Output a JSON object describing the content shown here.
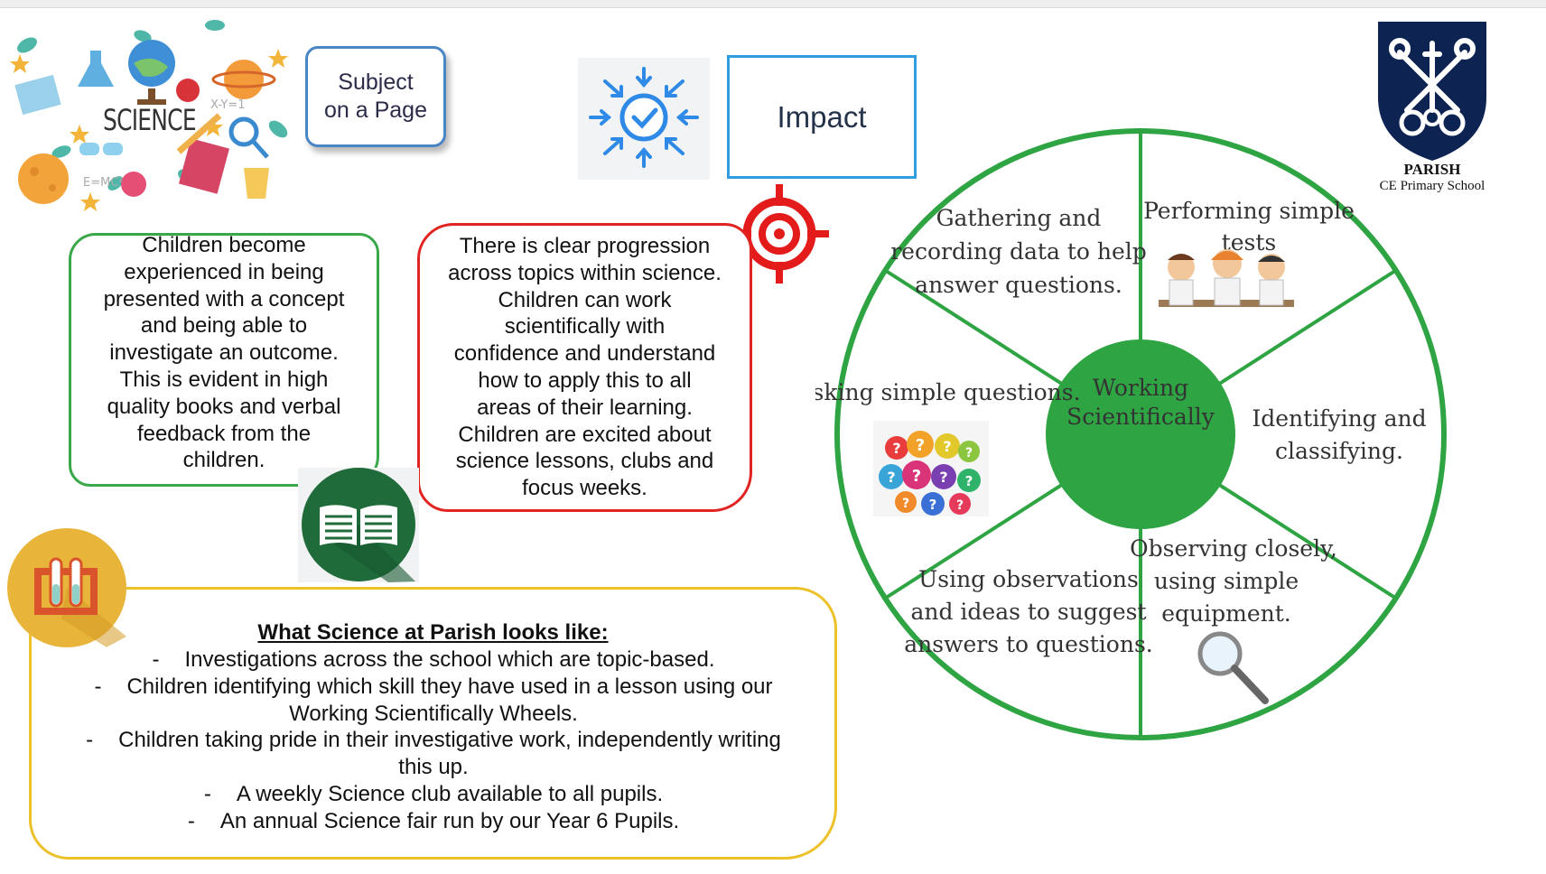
{
  "header": {
    "collage_label": "SCIENCE",
    "subject_line1": "Subject",
    "subject_line2": "on a Page",
    "impact": "Impact"
  },
  "school": {
    "name": "PARISH",
    "subtitle": "CE Primary School"
  },
  "green_box": {
    "lines": [
      "Children become",
      "experienced in being",
      "presented with a concept",
      "and being able to",
      "investigate an outcome.",
      "This is evident in high",
      "quality books and verbal",
      "feedback from the",
      "children."
    ]
  },
  "red_box": {
    "lines": [
      "There is clear progression",
      "across topics within science.",
      "Children can work",
      "scientifically with",
      "confidence and understand",
      "how to apply this to all",
      "areas of their learning.",
      "Children are excited about",
      "science lessons, clubs and",
      "focus weeks."
    ]
  },
  "yellow_box": {
    "title": "What Science at Parish looks like:",
    "bullet_mark": "-",
    "lines": [
      "Investigations across the school which are topic-based.",
      "Children identifying which skill they have used in a lesson using our",
      "Working Scientifically Wheels.",
      "Children taking pride in their investigative work, independently writing",
      "this up.",
      "A weekly Science club available to all pupils.",
      "An annual Science fair run by our Year 6 Pupils."
    ]
  },
  "wheel": {
    "center_line1": "Working",
    "center_line2": "Scientifically",
    "segments": {
      "gathering": [
        "Gathering and",
        "recording data to help",
        "answer questions."
      ],
      "performing": [
        "Performing simple",
        "tests"
      ],
      "identifying": [
        "Identifying and",
        "classifying."
      ],
      "observing": [
        "Observing closely,",
        "using simple",
        "equipment."
      ],
      "using": [
        "Using observations",
        "and ideas to suggest",
        "answers to questions."
      ],
      "asking": [
        "Asking simple questions."
      ]
    },
    "question_mark": "?"
  },
  "colors": {
    "green": "#2ea443",
    "red": "#e12422",
    "yellow": "#ecc12a",
    "blue_border": "#2f9ee0",
    "navy": "#0d2352"
  },
  "icons": [
    "science-collage",
    "arrows-check-icon",
    "target-icon",
    "open-book-icon",
    "test-tubes-icon",
    "children-scientists-image",
    "question-marks-image",
    "magnifying-glass-icon",
    "school-crest-logo"
  ]
}
